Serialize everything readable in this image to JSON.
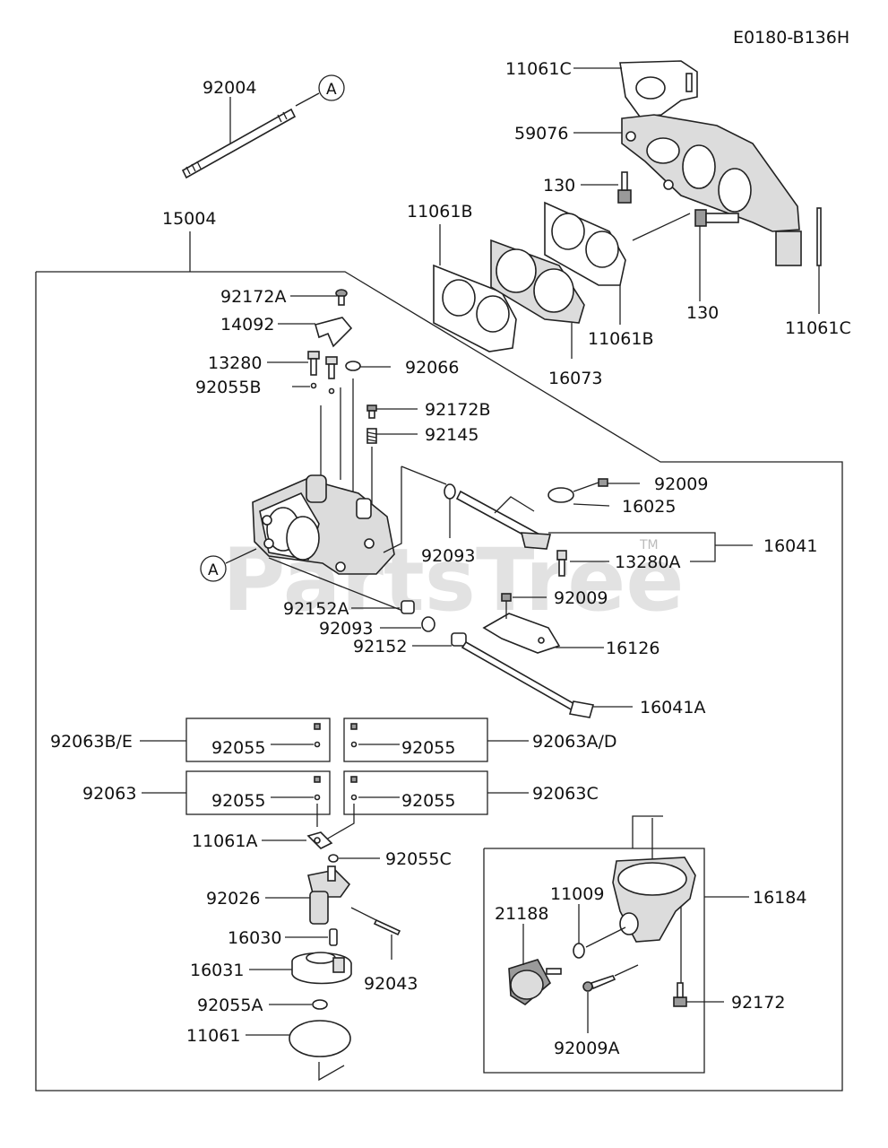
{
  "diagram_code": "E0180-B136H",
  "watermark": "PartsTree",
  "watermark_tm": "TM",
  "callout_a": "A",
  "parts": {
    "p92004": "92004",
    "p15004": "15004",
    "p11061C_top": "11061C",
    "p59076": "59076",
    "p130_left": "130",
    "p130_right": "130",
    "p11061B_left": "11061B",
    "p11061B_right": "11061B",
    "p16073": "16073",
    "p11061C_right": "11061C",
    "p92172A": "92172A",
    "p14092": "14092",
    "p13280": "13280",
    "p92055B": "92055B",
    "p92066": "92066",
    "p92172B": "92172B",
    "p92145": "92145",
    "p92009_a": "92009",
    "p16025": "16025",
    "p92093_a": "92093",
    "p16041": "16041",
    "p13280A": "13280A",
    "p92009_b": "92009",
    "p92152A": "92152A",
    "p92093_b": "92093",
    "p92152": "92152",
    "p16126": "16126",
    "p16041A": "16041A",
    "p92063BE": "92063B/E",
    "p92063AD": "92063A/D",
    "p92063": "92063",
    "p92063C": "92063C",
    "p92055_1": "92055",
    "p92055_2": "92055",
    "p92055_3": "92055",
    "p92055_4": "92055",
    "p11061A": "11061A",
    "p92055C": "92055C",
    "p92026": "92026",
    "p16030": "16030",
    "p16031": "16031",
    "p92043": "92043",
    "p92055A": "92055A",
    "p11061": "11061",
    "p11009": "11009",
    "p21188": "21188",
    "p16184": "16184",
    "p92172": "92172",
    "p92009A": "92009A"
  }
}
